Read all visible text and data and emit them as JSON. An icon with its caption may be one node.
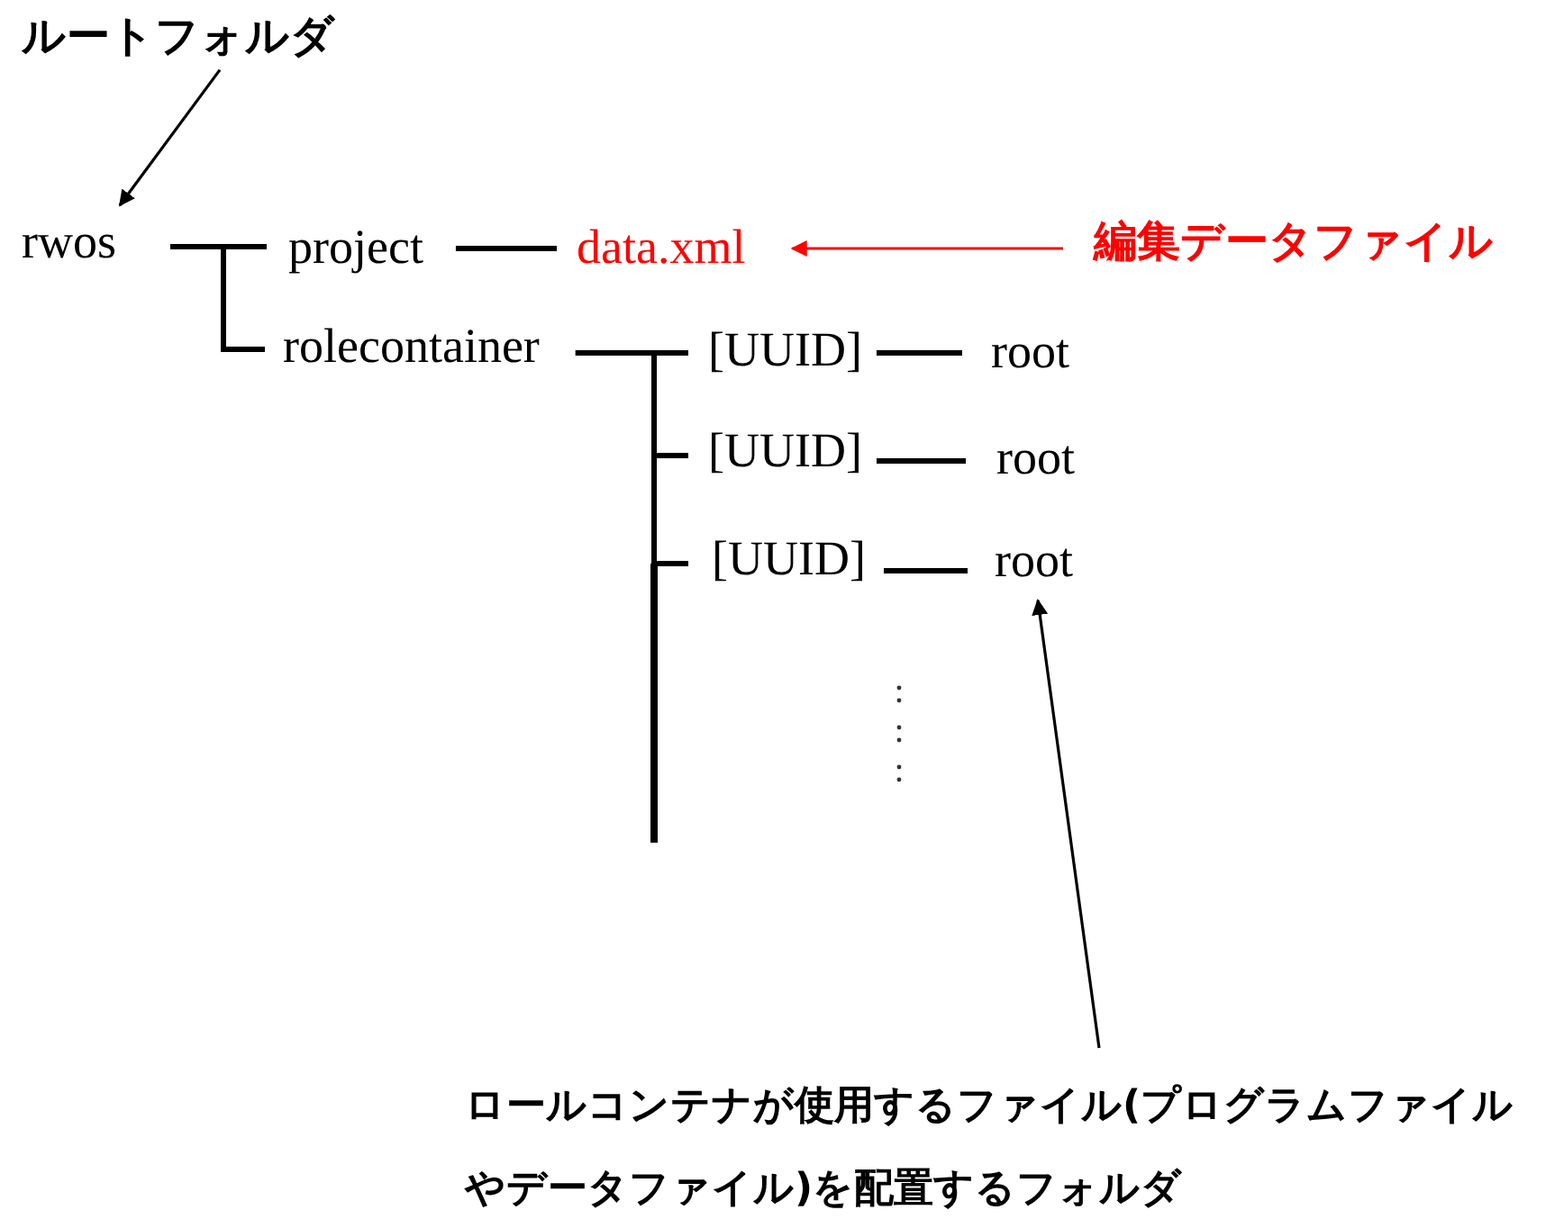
{
  "diagram": {
    "nodes": [
      {
        "text": [
          "ルートフォルダ"
        ]
      },
      {
        "text": [
          "rwos"
        ]
      },
      {
        "text": [
          "project"
        ]
      },
      {
        "text": [
          "data.xml"
        ]
      },
      {
        "text": [
          "編集データファイル"
        ]
      },
      {
        "text": [
          "rolecontainer"
        ]
      },
      {
        "text": [
          "[UUID]"
        ]
      },
      {
        "text": [
          "root"
        ]
      },
      {
        "text": [
          "[UUID]"
        ]
      },
      {
        "text": [
          "root"
        ]
      },
      {
        "text": [
          "[UUID]"
        ]
      },
      {
        "text": [
          "root"
        ]
      },
      {
        "text": [
          "ロールコンテナが使用するファイル(プログラムファイルやデータファイル)を配置するフォルダ"
        ]
      }
    ],
    "edges": [
      {
        "from": 0,
        "to": 1,
        "arrow": "to"
      },
      {
        "from": 1,
        "to": 2,
        "arrow": "none"
      },
      {
        "from": 1,
        "to": 5,
        "arrow": "none"
      },
      {
        "from": 2,
        "to": 3,
        "arrow": "none"
      },
      {
        "from": 4,
        "to": 3,
        "arrow": "to",
        "color": "#ff0000"
      },
      {
        "from": 5,
        "to": 6,
        "arrow": "none"
      },
      {
        "from": 5,
        "to": 8,
        "arrow": "none"
      },
      {
        "from": 5,
        "to": 10,
        "arrow": "none"
      },
      {
        "from": 6,
        "to": 7,
        "arrow": "none"
      },
      {
        "from": 8,
        "to": 9,
        "arrow": "none"
      },
      {
        "from": 10,
        "to": 11,
        "arrow": "none"
      },
      {
        "from": 12,
        "to": 11,
        "arrow": "to"
      }
    ]
  }
}
